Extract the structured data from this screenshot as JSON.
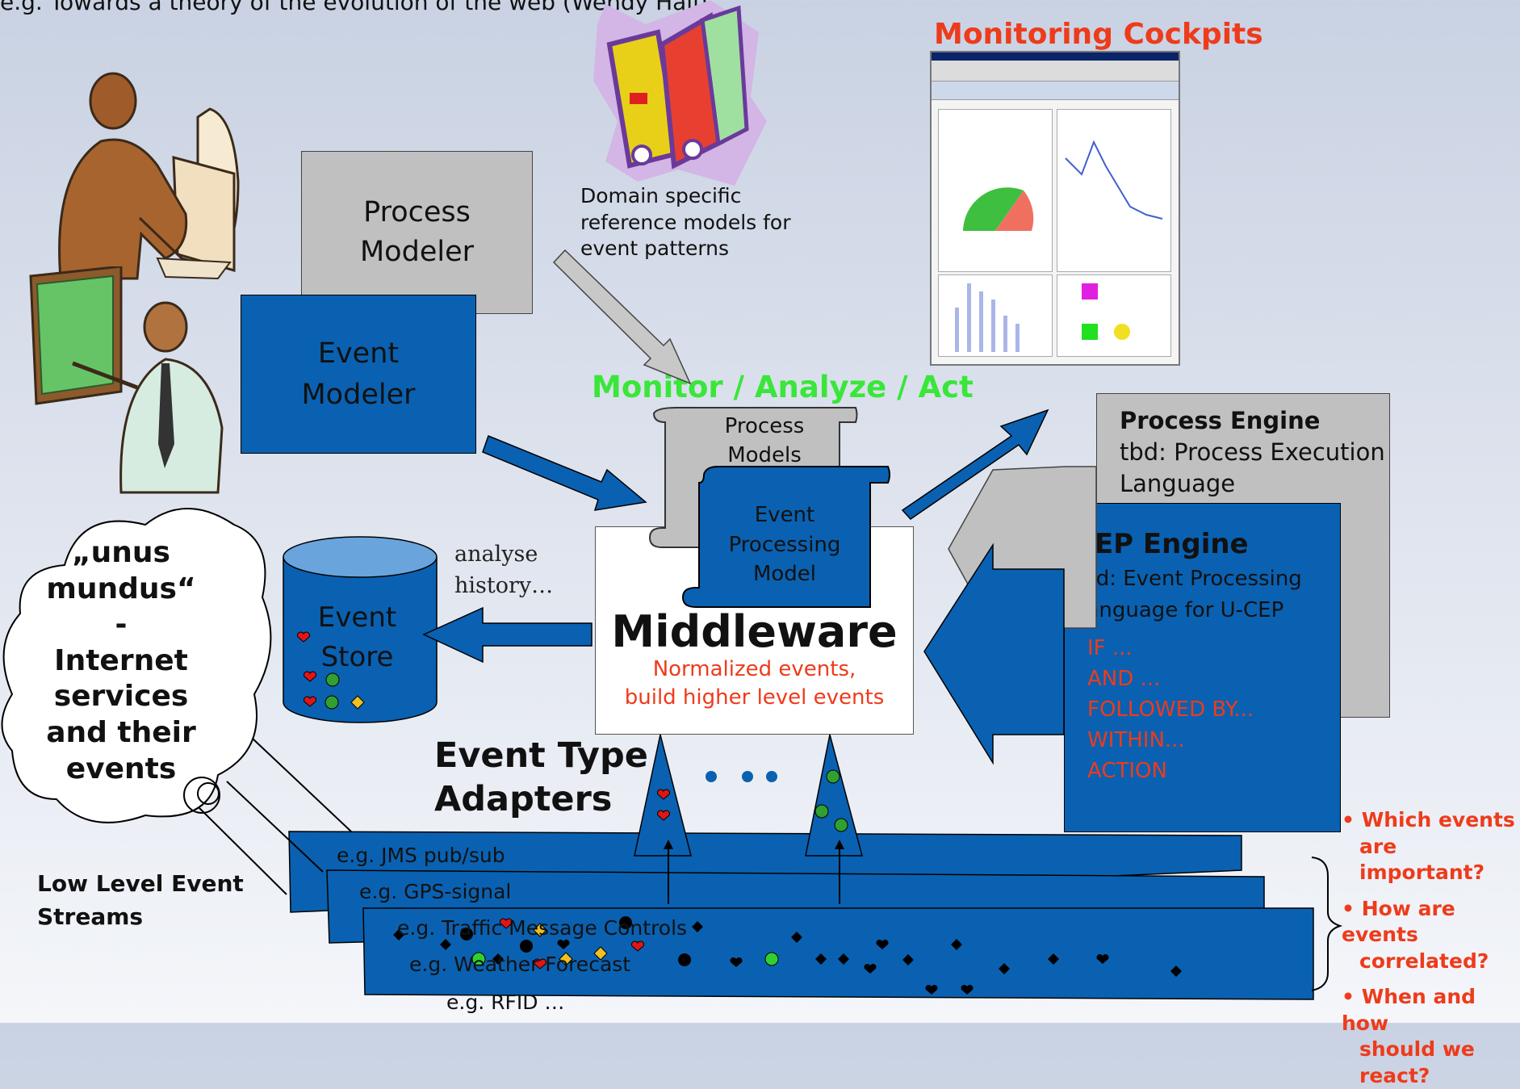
{
  "caption_top": "e.g. Towards a theory of the evolution of the web (Wendy Hall)",
  "monitoring_cockpits": "Monitoring Cockpits",
  "monitor_analyze_act": "Monitor / Analyze / Act",
  "process_modeler": [
    "Process",
    "Modeler"
  ],
  "event_modeler": [
    "Event",
    "Modeler"
  ],
  "reference_models": [
    "Domain specific",
    "reference models for",
    "event patterns"
  ],
  "process_models": [
    "Process",
    "Models"
  ],
  "event_processing_model": [
    "Event Processing",
    "Model"
  ],
  "middleware": {
    "title": "Middleware",
    "subtitle": [
      "Normalized events,",
      "build higher level events"
    ]
  },
  "process_engine": {
    "title": "Process Engine",
    "desc": [
      "tbd: Process Execution",
      "Language"
    ]
  },
  "cep_engine": {
    "title": "CEP Engine",
    "desc": [
      "tbd: Event Processing",
      "Language for U-CEP"
    ],
    "rules": [
      "IF ...",
      "AND ...",
      "FOLLOWED BY...",
      "WITHIN...",
      "ACTION"
    ]
  },
  "event_store": [
    "Event",
    "Store"
  ],
  "analyse_history": [
    "analyse",
    "history…"
  ],
  "cloud_text": [
    "„unus",
    "mundus“",
    "-",
    "Internet",
    "services",
    "and their",
    "events"
  ],
  "event_type_adapters": [
    "Event Type",
    "Adapters"
  ],
  "low_level_streams": [
    "Low Level Event",
    "Streams"
  ],
  "streams": [
    "e.g. JMS pub/sub",
    "e.g. GPS-signal",
    "e.g. Traffic Message Controls",
    "e.g. Weather Forecast",
    "e.g. RFID …"
  ],
  "questions": [
    "Which events",
    "are important?",
    "How are events",
    "correlated?",
    "When and how",
    "should we react?"
  ],
  "colors": {
    "blue": "#0a61b1",
    "gray": "#c0c0c0",
    "accent_red": "#ee3b1b",
    "accent_green": "#39e639"
  }
}
